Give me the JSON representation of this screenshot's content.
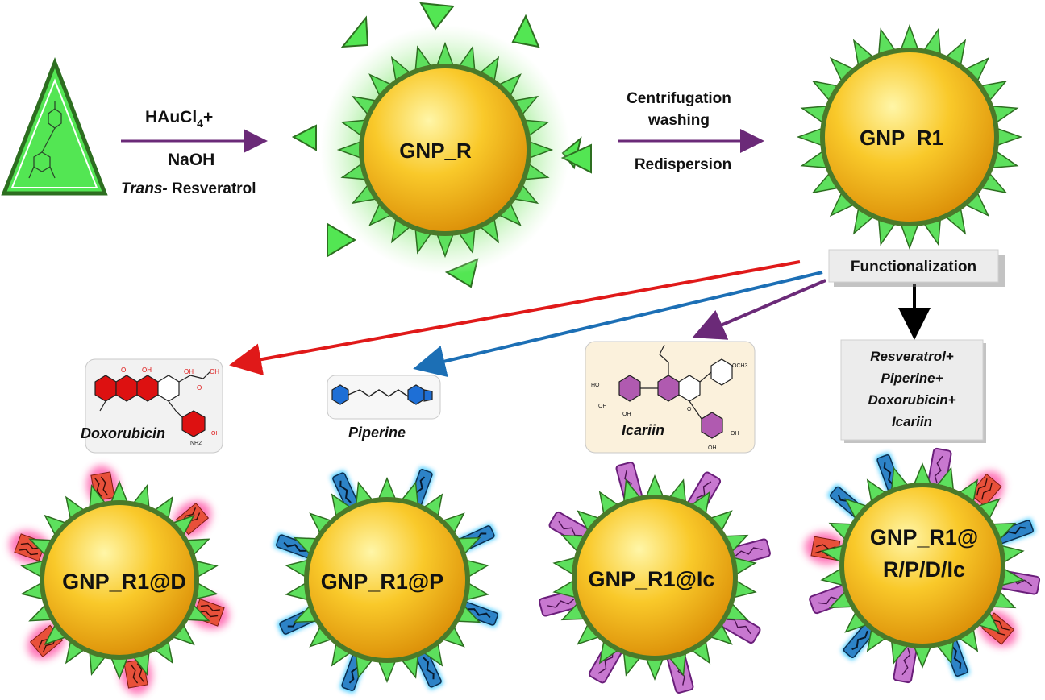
{
  "reaction": {
    "reagent_prefix": "HAuCl",
    "reagent_subscript": "4",
    "reagent_suffix": "+",
    "base": "NaOH",
    "reductant_italic": "Trans-",
    "reductant": " Resveratrol"
  },
  "step2": {
    "line1": "Centrifugation",
    "line2": "washing",
    "line3": "Redispersion"
  },
  "particles": {
    "gnp_r": "GNP_R",
    "gnp_r1": "GNP_R1",
    "gnp_r1_d": "GNP_R1@D",
    "gnp_r1_p": "GNP_R1@P",
    "gnp_r1_ic": "GNP_R1@Ic",
    "gnp_r1_all_line1": "GNP_R1@",
    "gnp_r1_all_line2": "R/P/D/Ic"
  },
  "functionalization": {
    "label": "Functionalization"
  },
  "drugs": {
    "doxorubicin": "Doxorubicin",
    "piperine": "Piperine",
    "icariin": "Icariin",
    "combo": [
      "Resveratrol+",
      "Piperine+",
      "Doxorubicin+",
      "Icariin"
    ]
  },
  "molecule_marks": {
    "dox_o1": "O",
    "dox_oh1": "OH",
    "dox_oh2": "OH",
    "dox_oh3": "OH",
    "dox_o2": "O",
    "dox_nh2": "NH2",
    "dox_oh4": "OH",
    "ic_och3": "OCH3",
    "ic_ho": "HO",
    "ic_oh1": "OH",
    "ic_oh2": "OH",
    "ic_o": "O",
    "ic_oh3": "OH",
    "ic_oh4": "OH"
  },
  "colors": {
    "gold_light": "#fff6a8",
    "gold": "#f9c41f",
    "gold_dark": "#d98a05",
    "shell": "#4a7a2a",
    "spike": "#5de05d",
    "spike_edge": "#2d6e20",
    "arrow_red": "#e01919",
    "arrow_blue": "#1c6fb5",
    "arrow_purple": "#6b2a78",
    "pink_glow": "#ff4aa0",
    "blue_glow": "#29c4ff",
    "mol_red": "#dd1111",
    "mol_blue": "#1e6fd6",
    "mol_purple": "#b05ab0"
  }
}
